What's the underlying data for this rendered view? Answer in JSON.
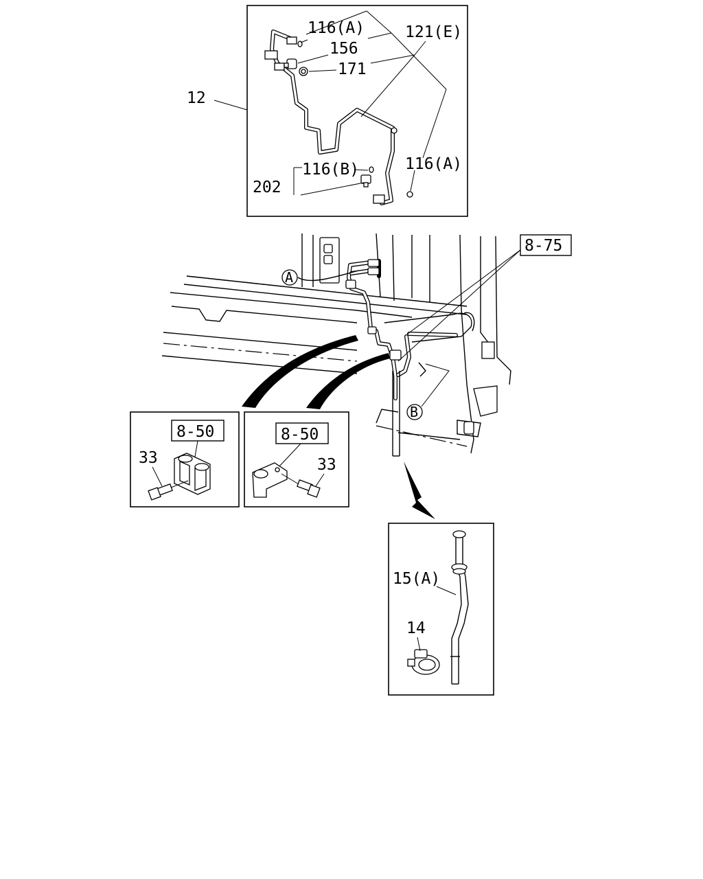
{
  "callouts": {
    "top_116a_1": "116(A)",
    "top_121e": "121(E)",
    "top_156": "156",
    "top_171": "171",
    "top_12": "12",
    "top_116b": "116(B)",
    "top_116a_2": "116(A)",
    "top_202": "202",
    "ref_8_75": "8-75",
    "marker_a": "A",
    "marker_b": "B",
    "left_ref_8_50": "8-50",
    "left_33": "33",
    "mid_ref_8_50": "8-50",
    "mid_33": "33",
    "dip_15a": "15(A)",
    "dip_14": "14"
  }
}
